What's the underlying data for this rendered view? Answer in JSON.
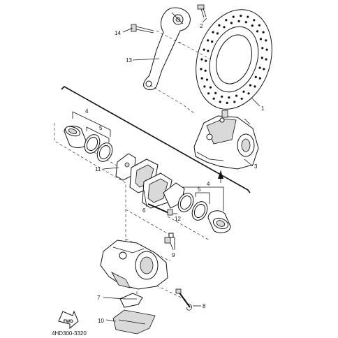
{
  "diagram_code": "4HD300-3320",
  "direction_label": "FWD",
  "callouts": {
    "c1": "1",
    "c2": "2",
    "c3": "3",
    "c4a": "4",
    "c4b": "4",
    "c5a": "5",
    "c5b": "5",
    "c6": "6",
    "c7": "7",
    "c8": "8",
    "c9": "9",
    "c10": "10",
    "c11": "11",
    "c12": "12",
    "c13": "13",
    "c14": "14"
  }
}
